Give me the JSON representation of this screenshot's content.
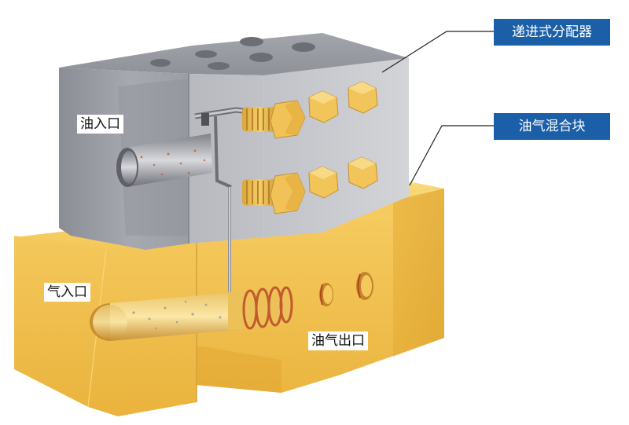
{
  "callouts": {
    "distributor": "递进式分配器",
    "mixing_block": "油气混合块"
  },
  "labels": {
    "oil_inlet": "油入口",
    "air_inlet": "气入口",
    "mix_outlet": "油气出口"
  },
  "colors": {
    "callout_bg": "#1a5fa8",
    "steel_block": "#9a9ca3",
    "brass_block": "#f3c14e",
    "bolt": "#e8b84a"
  }
}
